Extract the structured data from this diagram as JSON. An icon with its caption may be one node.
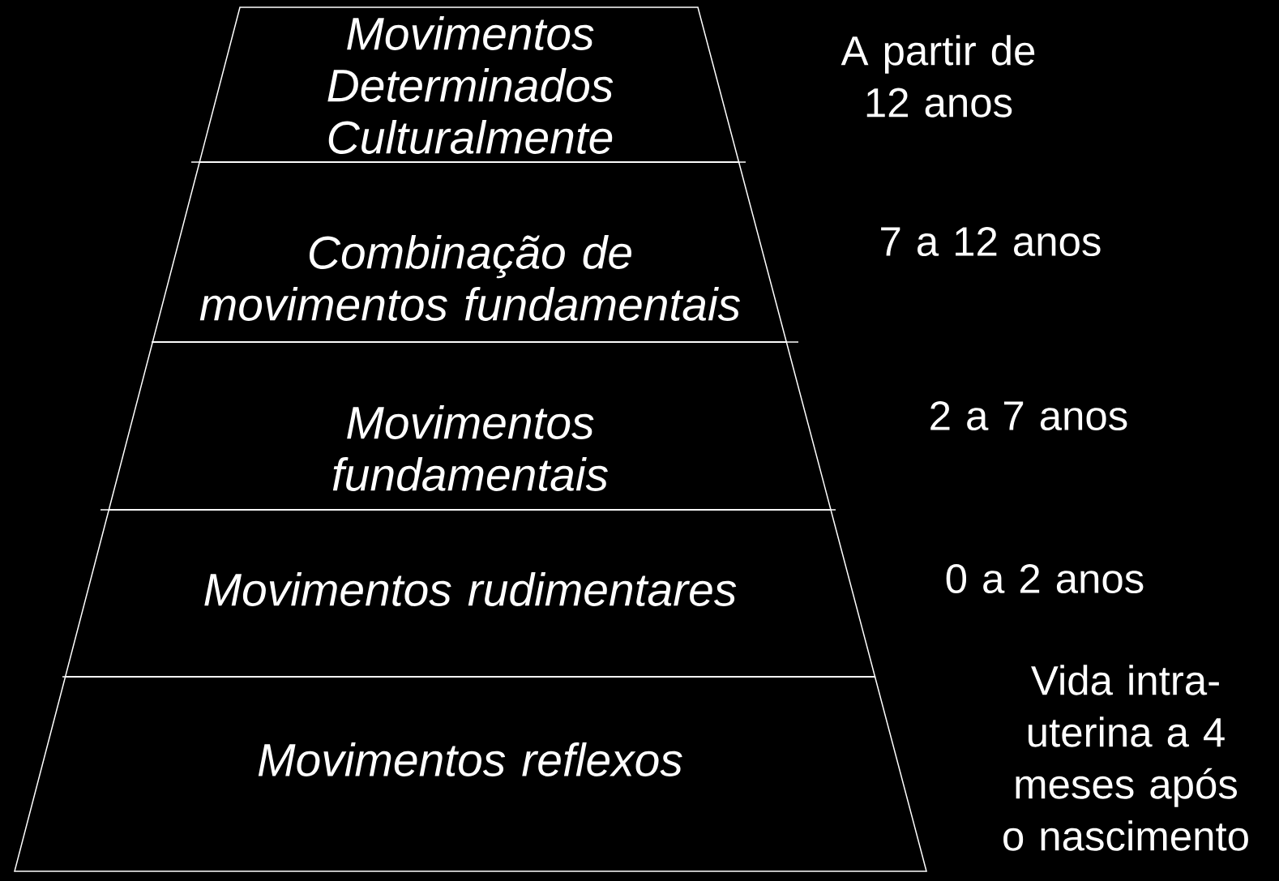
{
  "diagram": {
    "nodes": [
      {
        "text": [
          "Movimentos Determinados Culturalmente"
        ],
        "beside": [
          "A partir de 12 anos"
        ]
      },
      {
        "text": [
          "Combinação de movimentos fundamentais"
        ],
        "beside": [
          "7 a 12 anos"
        ]
      },
      {
        "text": [
          "Movimentos fundamentais"
        ],
        "beside": [
          "2 a 7 anos"
        ]
      },
      {
        "text": [
          "Movimentos rudimentares"
        ],
        "beside": [
          "0 a 2 anos"
        ]
      },
      {
        "text": [
          "Movimentos reflexos"
        ],
        "beside": [
          "Vida intra-uterina a 4 meses após o nascimento"
        ]
      }
    ]
  }
}
